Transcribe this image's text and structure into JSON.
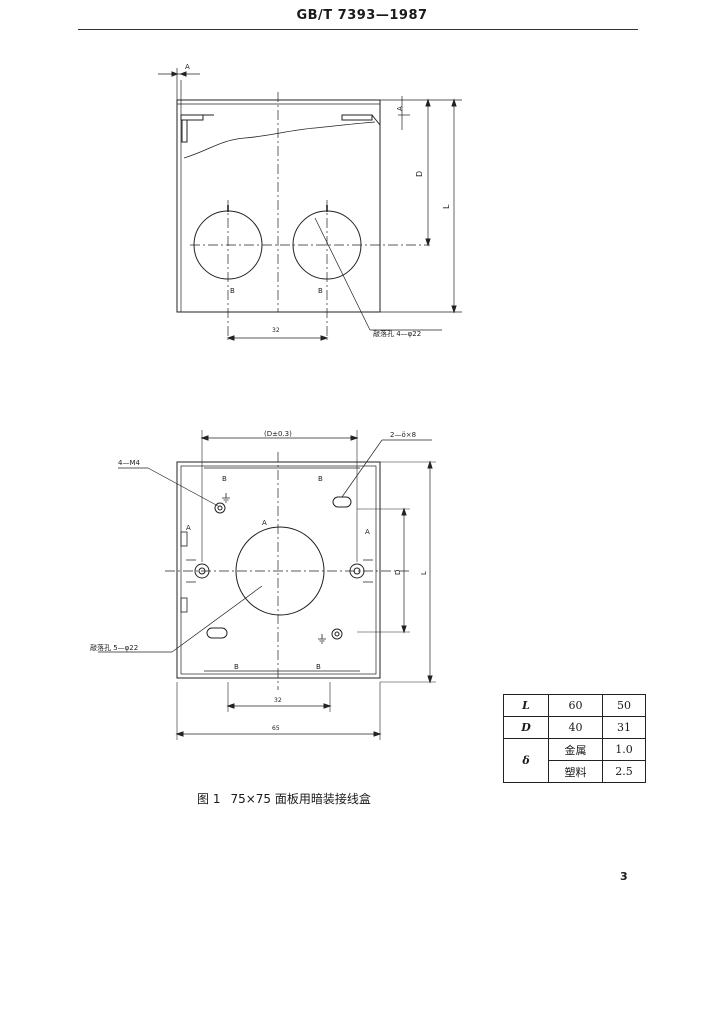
{
  "header": {
    "standard_code": "GB/T 7393—1987"
  },
  "figure_top": {
    "labels": {
      "dim_a_top": "A",
      "dim_a_side": "A",
      "dim_d": "D",
      "dim_l": "L",
      "hole_left": "B",
      "hole_right": "B",
      "dim_pitch": "32",
      "knockout_note": "敲落孔 4—φ22"
    }
  },
  "figure_bottom": {
    "labels": {
      "dim_top": "(D±0.3)",
      "slot_note": "2—ö×8",
      "thread_note": "4—M4",
      "face_a": "A",
      "side_a_left": "A",
      "side_a_right": "A",
      "top_b_left": "B",
      "top_b_right": "B",
      "bottom_b_left": "B",
      "bottom_b_right": "B",
      "dim_d_right": "D",
      "dim_l_right": "L",
      "knockout_note": "敲落孔 5—φ22",
      "dim_32": "32",
      "dim_65": "65"
    }
  },
  "spec_table": {
    "rows": [
      {
        "param": "L",
        "c1": "60",
        "c2": "50"
      },
      {
        "param": "D",
        "c1": "40",
        "c2": "31"
      },
      {
        "param": "δ",
        "sub": [
          {
            "material": "金属",
            "value": "1.0"
          },
          {
            "material": "塑料",
            "value": "2.5"
          }
        ]
      }
    ]
  },
  "caption": {
    "figure_no": "图 1",
    "title": "75×75 面板用暗装接线盒"
  },
  "page_number": "3"
}
